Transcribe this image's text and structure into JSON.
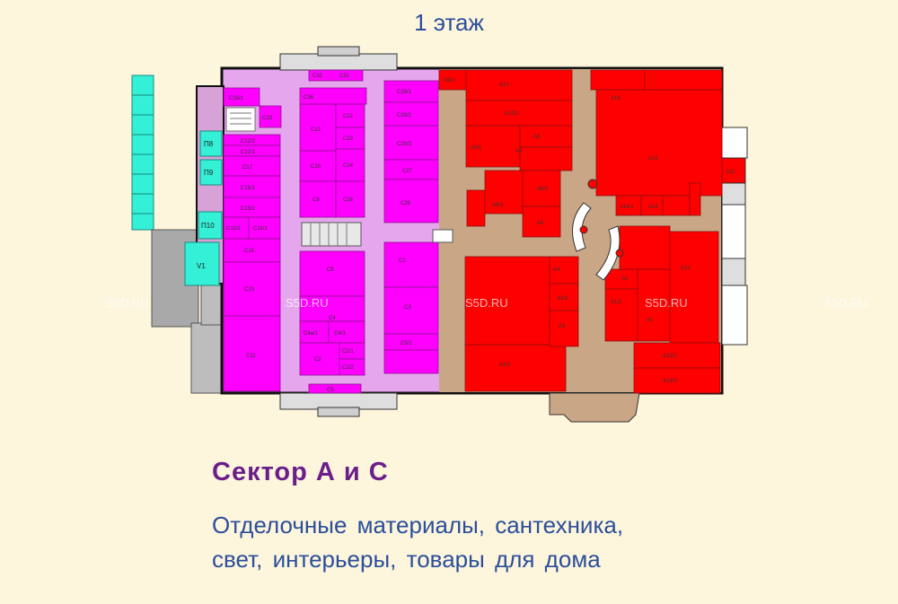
{
  "floor_title": "1 этаж",
  "sector_title": "Сектор А и С",
  "description_line1": "Отделочные материалы, сантехника,",
  "description_line2": "свет, интерьеры, товары для дома",
  "watermark": "S5D.RU",
  "colors": {
    "background": "#fdf6dd",
    "sector_c": "#ff00ff",
    "sector_a": "#ff0000",
    "corridor_c": "#e6a6ee",
    "corridor_a": "#c9a685",
    "service": "#33f0d6",
    "annex": "#a9a9a9",
    "title_blue": "#2c4f9a",
    "sector_purple": "#6b1e8a"
  },
  "rooms": {
    "c33_1": "C33/1",
    "c19": "C19",
    "c32": "C32",
    "c31": "C31",
    "c36": "C36",
    "c12_2": "C12/2",
    "c12_1": "C12/1",
    "c17": "C17",
    "c15_1": "C15/1",
    "c15_2": "C15/2",
    "c11_2": "C11/2",
    "c11_1": "C11/1",
    "c15": "C15",
    "c13": "C13",
    "c11": "C11",
    "c12": "C12",
    "c10": "C10",
    "c8": "C8",
    "c22": "C22",
    "c23": "C23",
    "c24": "C24",
    "c26": "C26",
    "c29_1": "C29/1",
    "c29_2": "C29/2",
    "c29_3": "C29/3",
    "c27": "C27",
    "c28": "C28",
    "c6": "C6",
    "c4": "C4",
    "c4a_1": "C4a/1",
    "c4_3": "C4/3",
    "c2": "C2",
    "c2_1": "C2/1",
    "c2_2": "C2/2",
    "c1": "C1",
    "c3": "C3",
    "c5_1": "C5/1",
    "c5": "C5",
    "p8": "П8",
    "p9": "П9",
    "p10": "П10",
    "v1": "V1",
    "a9_2": "A9/2",
    "a10": "A10",
    "a10_1": "A10/1",
    "a9_1": "A9/1",
    "a9": "A9",
    "a8": "A8",
    "a8_2": "A8/2",
    "a8_1": "A8/1",
    "a5": "A5",
    "a16": "A16",
    "a15": "A15",
    "a14_1": "A14/1",
    "a14": "A14",
    "a11": "A11",
    "a4": "A4",
    "a3_1": "A3/1",
    "a3": "A3",
    "a3_2": "A3/2",
    "a1_1": "A1/1",
    "a1": "A1",
    "a2": "A2",
    "a12": "A12",
    "a13_1": "A13/1",
    "a13_2": "A13/2"
  }
}
